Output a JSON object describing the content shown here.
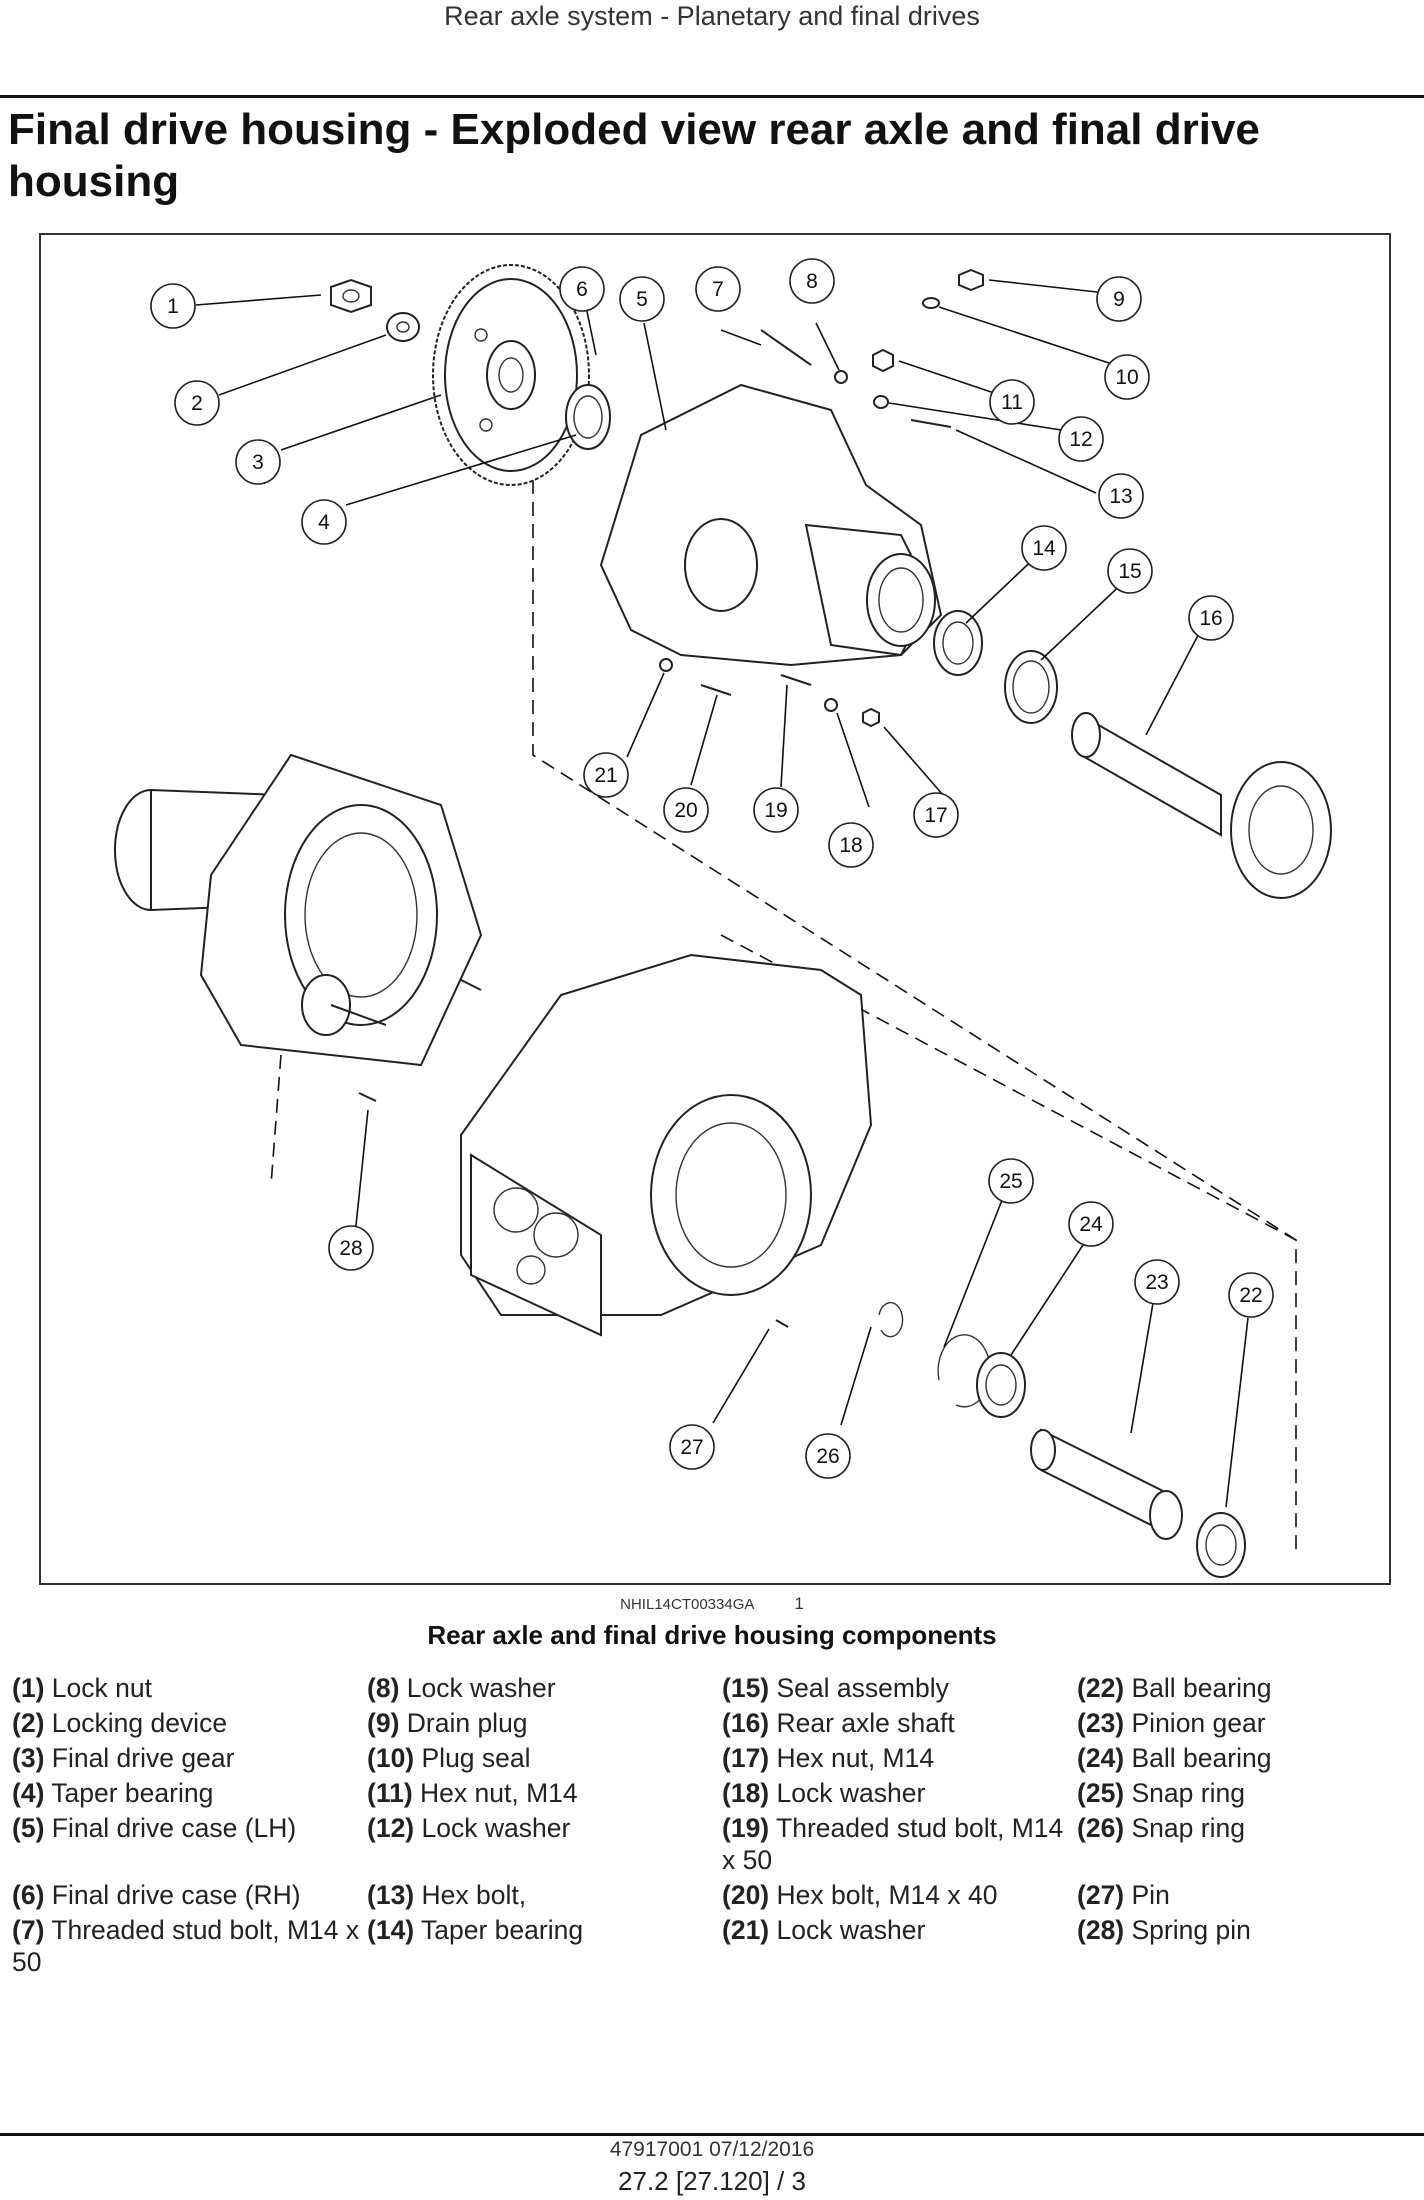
{
  "header": {
    "running_title": "Rear axle system - Planetary and final drives"
  },
  "page_title": "Final drive housing - Exploded view rear axle and final drive housing",
  "figure": {
    "reference_code": "NHIL14CT00334GA",
    "number": "1",
    "caption": "Rear axle and final drive housing components",
    "callouts": [
      "1",
      "2",
      "3",
      "4",
      "5",
      "6",
      "7",
      "8",
      "9",
      "10",
      "11",
      "12",
      "13",
      "14",
      "15",
      "16",
      "17",
      "18",
      "19",
      "20",
      "21",
      "22",
      "23",
      "24",
      "25",
      "26",
      "27",
      "28"
    ]
  },
  "legend": {
    "col1": [
      {
        "num": "(1)",
        "text": " Lock nut"
      },
      {
        "num": "(2)",
        "text": " Locking device"
      },
      {
        "num": "(3)",
        "text": " Final drive gear"
      },
      {
        "num": "(4)",
        "text": " Taper bearing"
      },
      {
        "num": "(5)",
        "text": " Final drive case (LH)"
      },
      {
        "num": "(6)",
        "text": " Final drive case (RH)"
      },
      {
        "num": "(7)",
        "text": " Threaded stud bolt, M14 x 50"
      }
    ],
    "col2": [
      {
        "num": "(8)",
        "text": " Lock washer"
      },
      {
        "num": "(9)",
        "text": " Drain plug"
      },
      {
        "num": "(10)",
        "text": " Plug seal"
      },
      {
        "num": "(11)",
        "text": " Hex nut, M14"
      },
      {
        "num": "(12)",
        "text": " Lock washer"
      },
      {
        "num": "(13)",
        "text": " Hex bolt,"
      },
      {
        "num": "(14)",
        "text": " Taper bearing"
      }
    ],
    "col3": [
      {
        "num": "(15)",
        "text": " Seal assembly"
      },
      {
        "num": "(16)",
        "text": " Rear axle shaft"
      },
      {
        "num": "(17)",
        "text": " Hex nut, M14"
      },
      {
        "num": "(18)",
        "text": " Lock washer"
      },
      {
        "num": "(19)",
        "text": " Threaded stud bolt, M14 x 50"
      },
      {
        "num": "(20)",
        "text": " Hex bolt, M14 x 40"
      },
      {
        "num": "(21)",
        "text": " Lock washer"
      }
    ],
    "col4": [
      {
        "num": "(22)",
        "text": " Ball bearing"
      },
      {
        "num": "(23)",
        "text": " Pinion gear"
      },
      {
        "num": "(24)",
        "text": " Ball bearing"
      },
      {
        "num": "(25)",
        "text": " Snap ring"
      },
      {
        "num": "(26)",
        "text": " Snap ring"
      },
      {
        "num": "(27)",
        "text": " Pin"
      },
      {
        "num": "(28)",
        "text": " Spring pin"
      }
    ]
  },
  "footer": {
    "doc_id": "47917001 07/12/2016",
    "page_ref": "27.2 [27.120] / 3"
  }
}
